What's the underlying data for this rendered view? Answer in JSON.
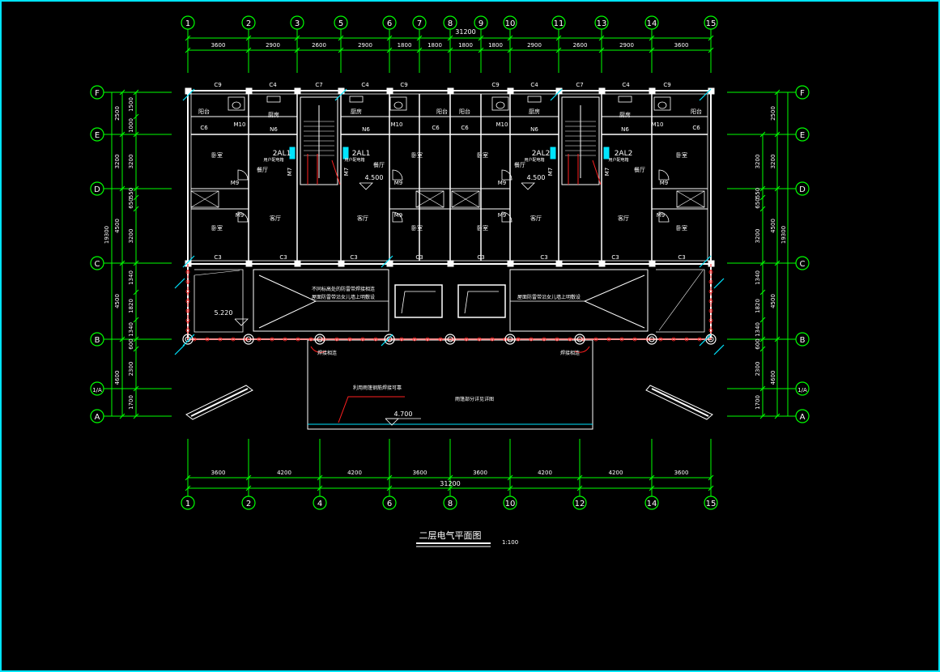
{
  "colors": {
    "background": "#000000",
    "wall": "#ffffff",
    "dimension": "#00ff00",
    "axis_bubble": "#00ff00",
    "accent": "#00e5ff",
    "wiring": "#ff2020",
    "panel": "#00e5ff"
  },
  "axes": {
    "top": [
      "1",
      "2",
      "3",
      "5",
      "6",
      "7",
      "8",
      "9",
      "10",
      "11",
      "13",
      "14",
      "15"
    ],
    "bottom": [
      "1",
      "2",
      "4",
      "6",
      "8",
      "10",
      "12",
      "14",
      "15"
    ],
    "rows": [
      "F",
      "E",
      "D",
      "C",
      "B",
      "1/A",
      "A"
    ]
  },
  "dims": {
    "top_total": "31200",
    "top_segments": [
      "3600",
      "2900",
      "2600",
      "2900",
      "1800",
      "1800",
      "1800",
      "1800",
      "2900",
      "2600",
      "2900",
      "3600"
    ],
    "bottom_segments": [
      "3600",
      "4200",
      "4200",
      "3600",
      "3600",
      "4200",
      "4200",
      "3600"
    ],
    "bottom_total": "31200",
    "left_inner": [
      "1500",
      "1000",
      "3200",
      "550",
      "650",
      "3200",
      "1340",
      "1820",
      "1340",
      "600",
      "2300",
      "1700"
    ],
    "left_outer": [
      "2500",
      "3200",
      "4500",
      "4500",
      "4600"
    ],
    "left_total": "19300",
    "right_inner": [
      "3200",
      "550",
      "650",
      "3200",
      "1340",
      "1820",
      "1340",
      "600",
      "2300",
      "1700"
    ],
    "right_outer": [
      "2500",
      "3200",
      "4500",
      "4500",
      "4600"
    ],
    "right_total": "19300"
  },
  "windows_top": [
    "C9",
    "C4",
    "C7",
    "C4",
    "C9",
    "C9",
    "C4",
    "C7",
    "C4",
    "C9"
  ],
  "windows_mid": [
    "C3",
    "C3",
    "C3",
    "C3",
    "C3",
    "C3",
    "C3",
    "C3"
  ],
  "rooms": {
    "balcony": "阳台",
    "kitchen": "厨房",
    "bedroom": "卧室",
    "dining": "餐厅",
    "living": "客厅",
    "c6": "C6",
    "n6": "N6",
    "m10": "M10",
    "m9": "M9",
    "m7": "M7"
  },
  "panels": {
    "p1": "2AL1",
    "p2": "2AL1",
    "p3": "2AL2",
    "p4": "2AL2",
    "sub": "用户配电箱"
  },
  "elevations": {
    "stair1": "4.500",
    "stair2": "4.500",
    "roof": "5.220",
    "canopy": "4.700"
  },
  "notes": {
    "n1": "不同标高处的防雷带焊接相连",
    "n2": "屋面防雷带沿女儿墙上明敷设",
    "n3": "屋面防雷带沿女儿墙上明敷设",
    "n4": "焊接相连",
    "n5": "焊接相连",
    "n6": "利用雨篷钢筋焊接可靠",
    "n7": "雨篷部分详见详图"
  },
  "title": {
    "text": "二层电气平面图",
    "scale": "1:100"
  }
}
